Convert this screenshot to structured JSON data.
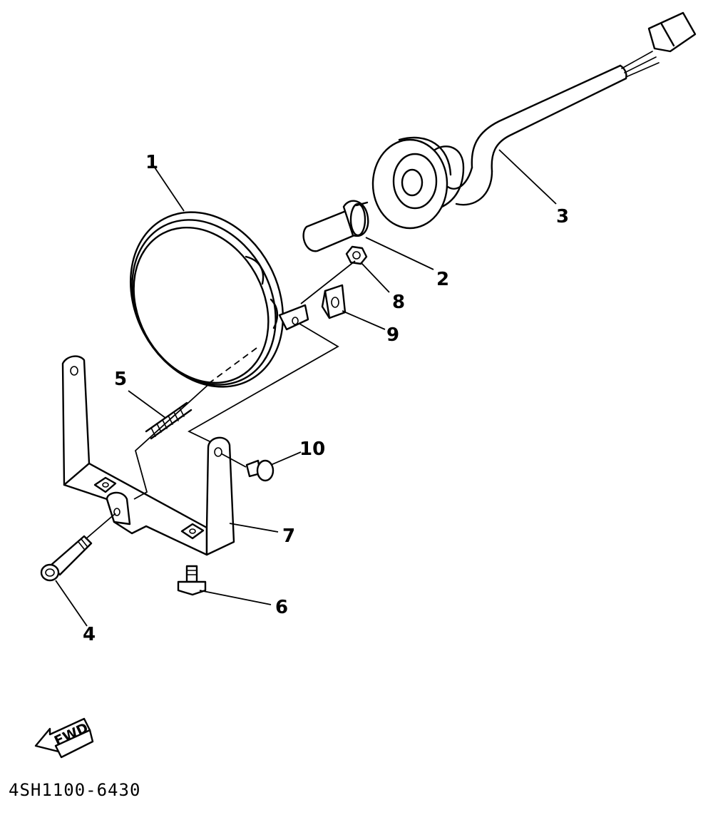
{
  "diagram": {
    "callouts": [
      "1",
      "2",
      "3",
      "4",
      "5",
      "6",
      "7",
      "8",
      "9",
      "10"
    ],
    "fwd_label": "FWD",
    "diagram_code": "4SH1100-6430"
  }
}
